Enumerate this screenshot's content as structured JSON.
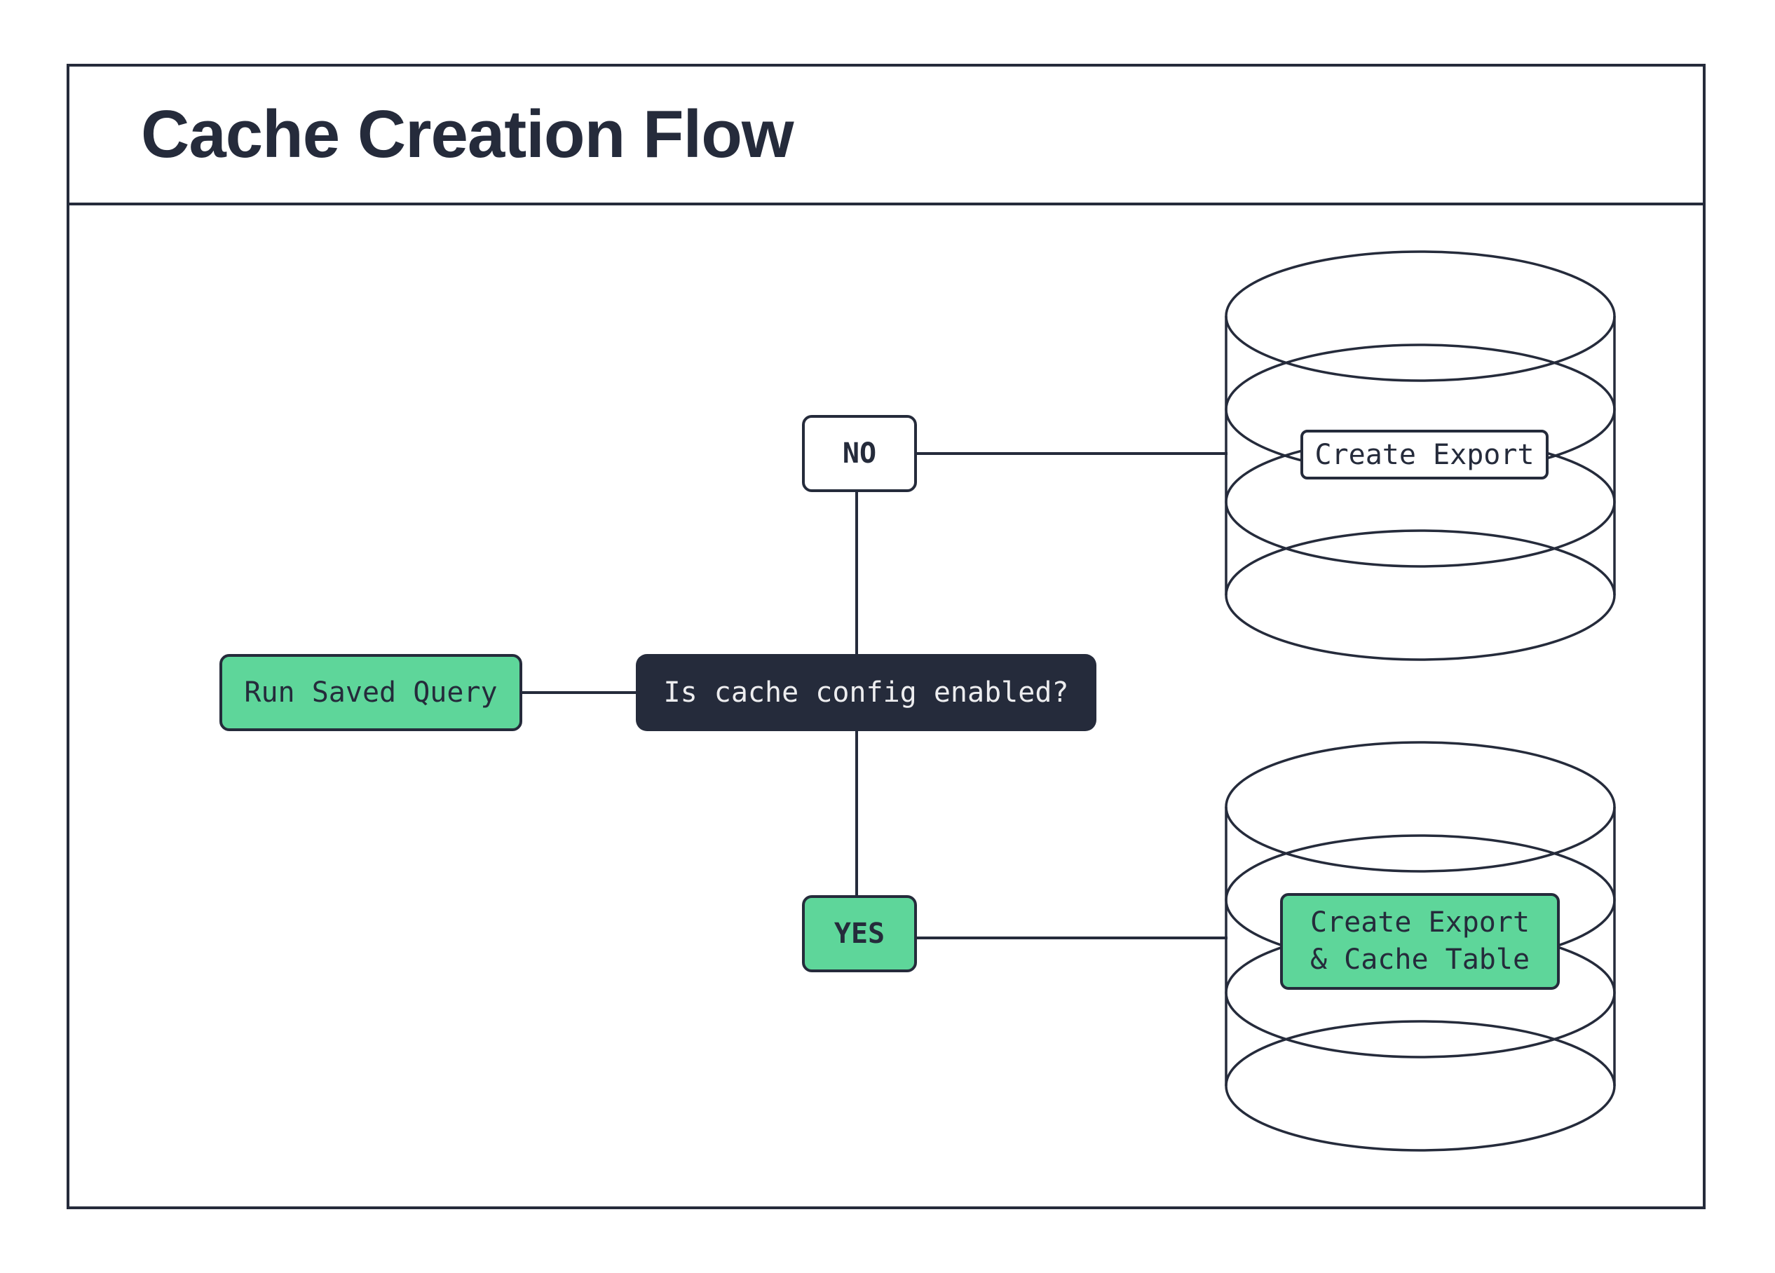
{
  "title": "Cache Creation Flow",
  "colors": {
    "navy": "#252B3B",
    "green": "#5ED69A",
    "light_text": "#EDEDEF",
    "background": "#FFFFFF"
  },
  "nodes": {
    "start": {
      "label": "Run Saved Query"
    },
    "decision": {
      "label": "Is cache config enabled?"
    },
    "branch_no": {
      "label": "NO"
    },
    "branch_yes": {
      "label": "YES"
    },
    "db_export": {
      "label": "Create Export"
    },
    "db_export_cache": {
      "line1": "Create Export",
      "line2": "& Cache Table"
    }
  }
}
